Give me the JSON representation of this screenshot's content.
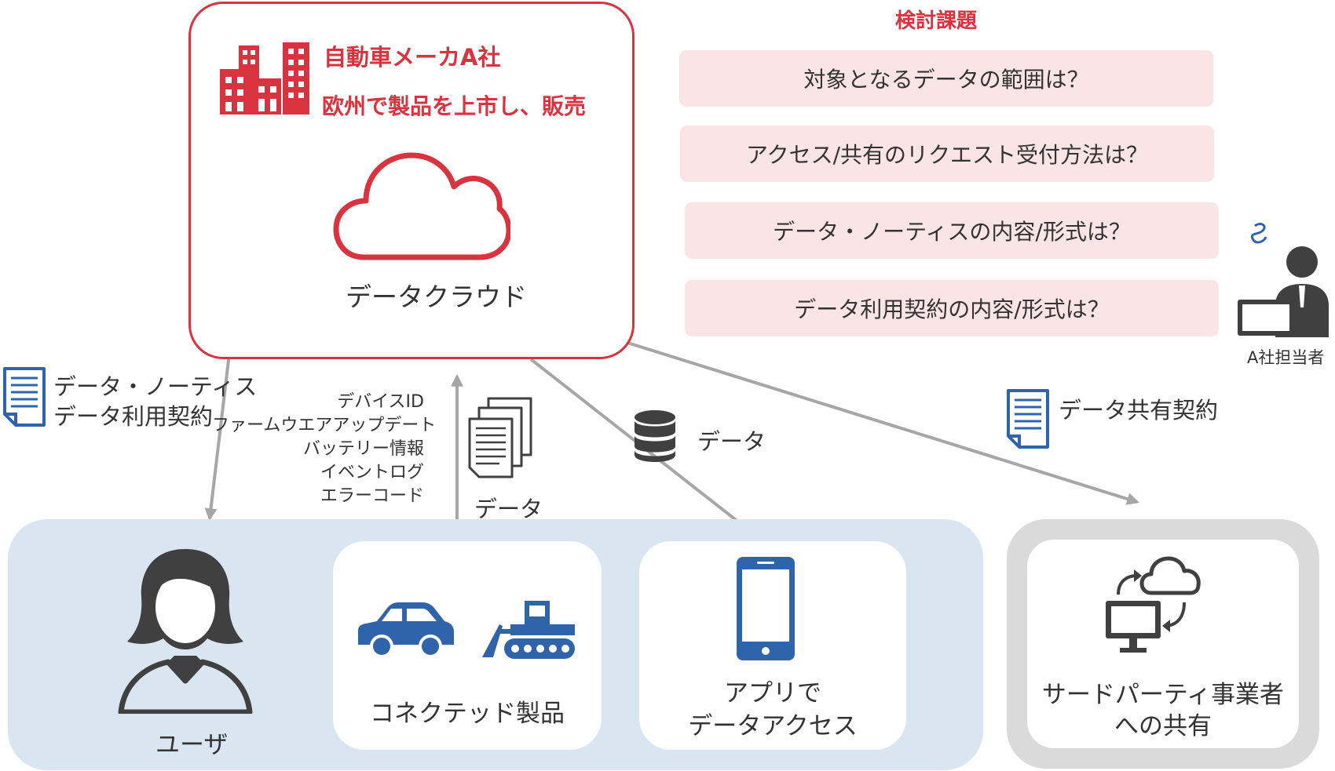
{
  "maker": {
    "name": "自動車メーカA社",
    "description": "欧州で製品を上市し、販売",
    "cloud_label": "データクラウド"
  },
  "issues": {
    "heading": "検討課題",
    "items": [
      "対象となるデータの範囲は？",
      "アクセス/共有のリクエスト受付方法は？",
      "データ・ノーティスの内容/形式は？",
      "データ利用契約の内容/形式は？"
    ]
  },
  "staff_label": "A社担当者",
  "flows": {
    "notice_doc": [
      "データ・ノーティス",
      "データ利用契約"
    ],
    "device_data": [
      "デバイスID",
      "ファームウエアアップデート",
      "バッテリー情報",
      "イベントログ",
      "エラーコード"
    ],
    "product_data_label": "データ",
    "app_data_label": "データ",
    "share_contract_label": "データ共有契約"
  },
  "bottom": {
    "user_label": "ユーザ",
    "connected_label": "コネクテッド製品",
    "app_lines": [
      "アプリで",
      "データアクセス"
    ],
    "third_party_lines": [
      "サードパーティ事業者",
      "への共有"
    ]
  },
  "colors": {
    "accent_red": "#d9333f",
    "issue_bg": "#fbe4e6",
    "user_panel_bg": "#d9e5f0",
    "icon_blue": "#2f64ab",
    "arrow_gray": "#a6a6a6",
    "icon_dark": "#404040"
  },
  "icons": [
    "building-icon",
    "cloud-icon",
    "document-icon",
    "documents-stack-icon",
    "database-icon",
    "worried-person-laptop-icon",
    "user-woman-icon",
    "car-icon",
    "bulldozer-icon",
    "smartphone-icon",
    "cloud-sync-computer-icon"
  ]
}
